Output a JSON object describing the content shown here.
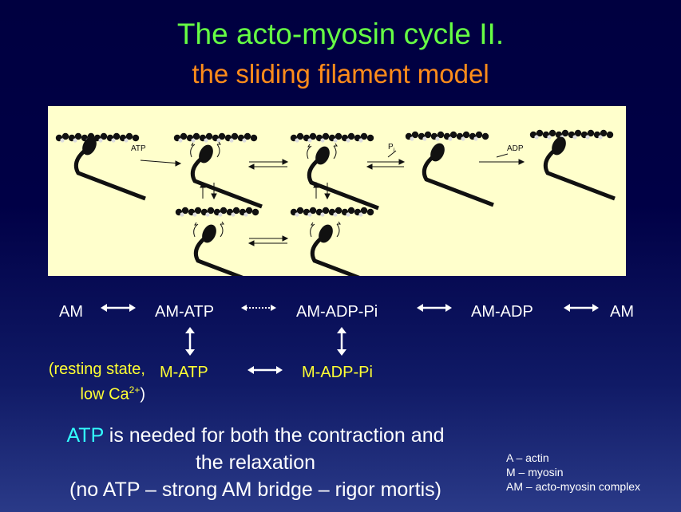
{
  "title": "The acto-myosin cycle II.",
  "subtitle": "the sliding filament model",
  "figure": {
    "labels": {
      "atp": "ATP",
      "pi_main": "P",
      "pi_sub": "i",
      "adp": "ADP"
    }
  },
  "states": {
    "am_left": "AM",
    "am_atp": "AM-ATP",
    "am_adp_pi": "AM-ADP-Pi",
    "am_adp": "AM-ADP",
    "am_right": "AM",
    "m_atp": "M-ATP",
    "m_adp_pi": "M-ADP-Pi"
  },
  "resting": {
    "line1": "(resting state,",
    "line2_pre": "low Ca",
    "line2_sup": "2+",
    "line2_post": ")"
  },
  "note": {
    "highlight": "ATP",
    "line1_rest": " is needed for both the contraction and",
    "line2": "the relaxation",
    "line3": "(no ATP – strong AM bridge – rigor mortis)"
  },
  "legend": [
    "A – actin",
    "M – myosin",
    "AM – acto-myosin complex"
  ],
  "colors": {
    "title": "#66ff44",
    "subtitle": "#ff8c1a",
    "atp_highlight": "#33ffff",
    "yellow_text": "#ffff33",
    "figure_bg": "#ffffcc"
  }
}
